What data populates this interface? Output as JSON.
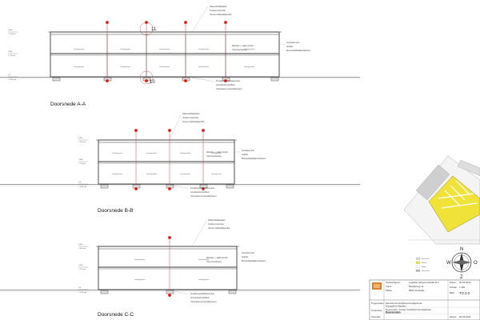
{
  "sections": [
    {
      "id": "A-A",
      "title": "Doorsnede A-A",
      "levels": [
        "6,800",
        "2,800",
        "0,0"
      ],
      "level_notes": [
        "+ 6,8 peil",
        "+ 2,8 peil",
        "+ 0,00 peil"
      ],
      "room_labels": [
        "Opslagruimte",
        "Opslagruimte",
        "Opslagruimte",
        "Opslagruimte",
        "Opslagruimte",
        "Opslagruimte",
        "Opslagruimte",
        "Opslagruimte",
        "Opslagruimte",
        "Opslagruimte"
      ],
      "grid_labels": [
        "11",
        "10"
      ],
      "top_notes": [
        "Dakrand/dakplaten",
        "Onderconstructie",
        "IJzeren balk/staalprofiel"
      ],
      "right_notes": [
        "Gevelelement",
        "Isolatie",
        "Binnenblad/kalkzandsteen"
      ],
      "mid_notes": [
        "Wanden + stalen kozijn",
        "Vloer/verdieping"
      ],
      "bottom_notes": [
        "Funderingsbalk/betonpoer",
        "Grondwerk/zandbed",
        "Vloerplaat (cementdekvloer)"
      ]
    },
    {
      "id": "B-B",
      "title": "Doorsnede B-B",
      "levels": [
        "6,800",
        "2,800",
        "0,0"
      ],
      "level_notes": [
        "+ 6,8 peil",
        "+ 2,8 peil",
        "+ 0,00 peil"
      ],
      "room_labels": [
        "Opslagruimte",
        "Opslagruimte",
        "Opslagruimte",
        "Opslagruimte",
        "Opslagruimte",
        "Opslagruimte",
        "Opslagruimte",
        "Opslagruimte"
      ],
      "top_notes": [
        "Dakrand/dakplaten",
        "Onderconstructie",
        "IJzeren balk/staalprofiel"
      ],
      "right_notes": [
        "Gevelelement",
        "Isolatie",
        "Binnenblad/kalkzandsteen"
      ],
      "mid_notes": [
        "Wanden + stalen kozijn",
        "Vloer/verdieping"
      ],
      "bottom_notes": [
        "Funderingsbalk/betonpoer",
        "Grondwerk/zandbed",
        "Vloerplaat (cementdekvloer)"
      ]
    },
    {
      "id": "C-C",
      "title": "Doorsnede C-C",
      "levels": [
        "6,800",
        "2,800",
        "0,0"
      ],
      "level_notes": [
        "+ 6,8 peil",
        "+ 2,8 peil",
        "+ 0,00 peil"
      ],
      "room_labels": [
        "Opslagruimte",
        "Opslagruimte",
        "Opslagruimte",
        "Opslagruimte"
      ],
      "top_notes": [
        "Dakrand/dakplaten",
        "Onderconstructie",
        "IJzeren balk/staalprofiel"
      ],
      "right_notes": [
        "Gevelelement",
        "Isolatie",
        "Binnenblad/kalkzandsteen"
      ],
      "mid_notes": [
        "Wanden + stalen kozijn",
        "Vloer/verdieping"
      ],
      "bottom_notes": [
        "Funderingsbalk/betonpoer",
        "Grondwerk/zandbed",
        "Vloerplaat (cementdekvloer)"
      ]
    }
  ],
  "legend": [
    "Bestaand",
    "Nieuw",
    "Sloop",
    "Renovatie"
  ],
  "compass": {
    "n": "N",
    "o": "O",
    "z": "Z",
    "w": "W"
  },
  "title_block": {
    "left_labels": [
      "Opdrachtgever",
      "Adres",
      "Plaats",
      "Projectnaam",
      "Onderwerp",
      "Tekenaar"
    ],
    "client": "Logistiek Vastgoed Zwolle B.V.",
    "address": "Bedrijfsweg 12",
    "city": "8000 AA Zwolle",
    "project_name": "Nieuwbouw bedrijfsverzamelgebouw",
    "project_sub": "Europark te Wierden",
    "subject": "Doorsneden ontwerp bedrijfsverzamelgebouw",
    "subject_bold": "Doorsneden",
    "date_label": "Datum",
    "date_value": "30-03-2023",
    "scale_label": "Schaal",
    "scale_value": "1:200",
    "sheet_label": "Blad",
    "sheet_value": "TO-3.0",
    "signed_label": "Datum",
    "signed_value": "30-03-2023"
  },
  "colors": {
    "line": "#3a3a3a",
    "column": "#c04040",
    "marker": "#e01818",
    "plan_yellow": "#f1e23a",
    "plan_gray": "#9a9a9a",
    "logo_orange": "#d9822b"
  }
}
